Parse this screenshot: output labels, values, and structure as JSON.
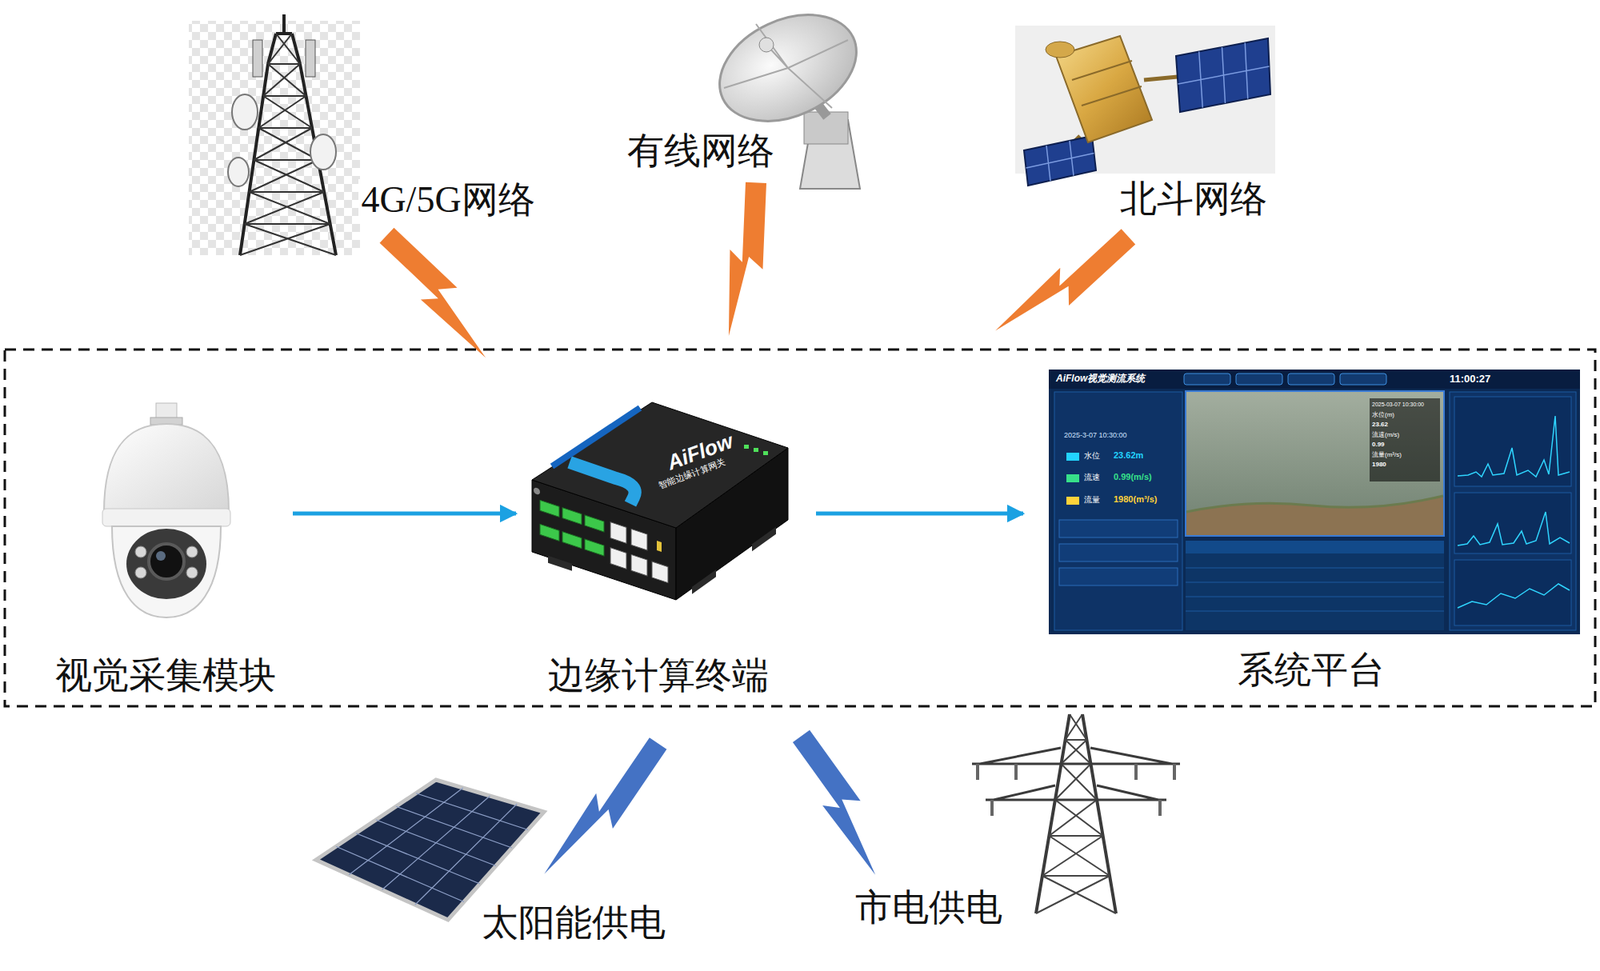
{
  "diagram": {
    "nodes": [
      {
        "text": [
          "4G/5G网络"
        ]
      },
      {
        "text": [
          "有线网络"
        ]
      },
      {
        "text": [
          "北斗网络"
        ]
      },
      {
        "text": [
          "视觉采集模块"
        ]
      },
      {
        "text": [
          "边缘计算终端"
        ]
      },
      {
        "text": [
          "系统平台"
        ]
      },
      {
        "text": [
          "太阳能供电"
        ]
      },
      {
        "text": [
          "市电供电"
        ]
      }
    ],
    "edges": [
      {
        "from": 3,
        "to": 4,
        "arrow": "to"
      },
      {
        "from": 4,
        "to": 5,
        "arrow": "to"
      }
    ],
    "labels": [
      "AiFlow",
      "智能边缘计算网关",
      "AiFlow视觉测流系统",
      "11:00:27",
      "2025-3-07 10:30:00",
      "水位",
      "23.62m",
      "流速",
      "0.99(m/s)",
      "流量",
      "1980(m³/s)",
      "2025-03-07 10:30:00",
      "水位(m)",
      "23.62",
      "流速(m/s)",
      "0.99",
      "流量(m³/s)",
      "1980"
    ]
  }
}
